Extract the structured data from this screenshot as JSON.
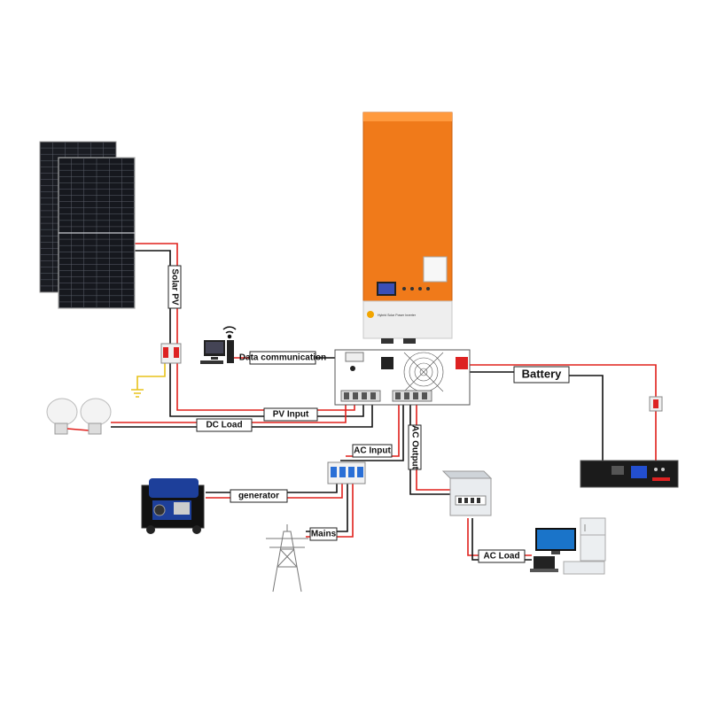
{
  "labels": {
    "solar_pv": "Solar PV",
    "data_communication": "Data communication",
    "battery": "Battery",
    "pv_input": "PV Input",
    "dc_load": "DC Load",
    "ac_input": "AC Input",
    "ac_output": "AC Output",
    "generator": "generator",
    "mains": "Mains",
    "ac_load": "AC Load"
  },
  "inverter": {
    "brand_line": "Hybrid Solar Power Inverter"
  },
  "colors": {
    "positive_wire": "#e0201c",
    "negative_wire": "#111111",
    "ground_wire": "#e8c21a",
    "inverter_orange": "#f07a1a",
    "generator_blue": "#1d3f9a"
  }
}
